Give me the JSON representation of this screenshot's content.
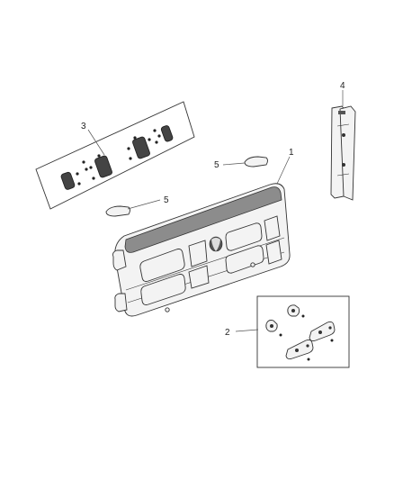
{
  "callouts": {
    "c1": "1",
    "c2": "2",
    "c3": "3",
    "c4": "4",
    "c5a": "5",
    "c5b": "5"
  }
}
